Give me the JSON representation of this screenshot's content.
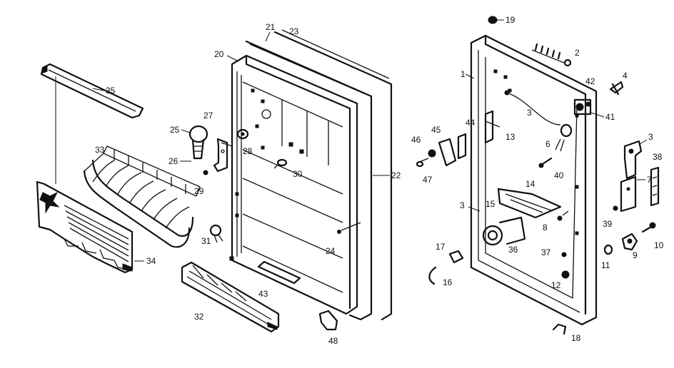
{
  "labels": {
    "l35": "35",
    "l33": "33",
    "l34": "34",
    "l25": "25",
    "l26": "26",
    "l27": "27",
    "l28": "28",
    "l29": "29",
    "l30": "30",
    "l31": "31",
    "l32": "32",
    "l43": "43",
    "l48a": "48",
    "l20": "20",
    "l21": "21",
    "l23": "23",
    "l22": "22",
    "l24": "24",
    "l19": "19",
    "l2": "2",
    "l4": "4",
    "l42": "42",
    "l41": "41",
    "l1": "1",
    "l3a": "3",
    "l3b": "3",
    "l3c": "3",
    "l6": "6",
    "l40": "40",
    "l44": "44",
    "l45": "45",
    "l46": "46",
    "l47": "47",
    "l13": "13",
    "l14": "14",
    "l15": "15",
    "l36": "36",
    "l8": "8",
    "l38": "38",
    "l7": "7",
    "l39": "39",
    "l37": "37",
    "l9": "9",
    "l10": "10",
    "l11": "11",
    "l12": "12",
    "l17": "17",
    "l16": "16",
    "l18": "18"
  }
}
